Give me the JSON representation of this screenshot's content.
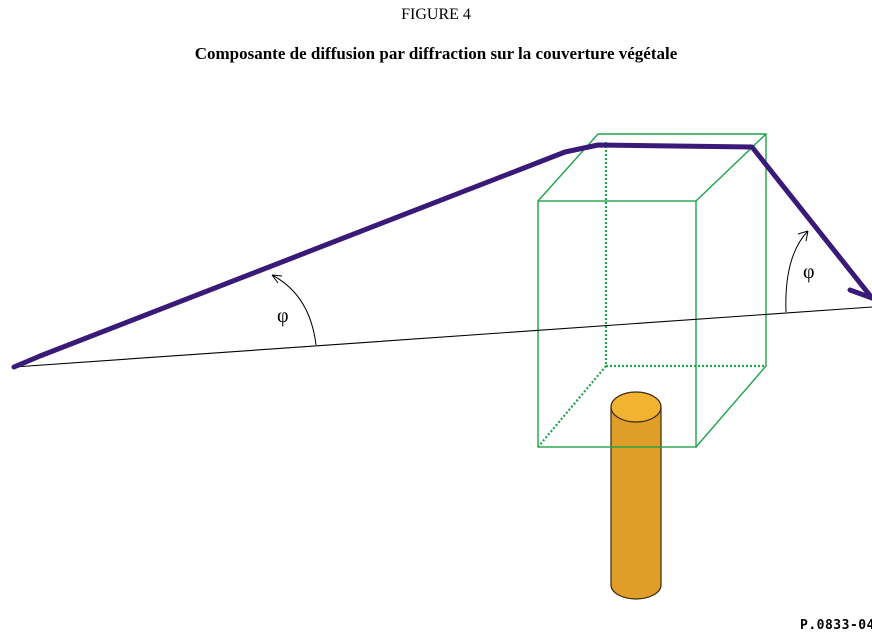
{
  "figure_label": "FIGURE 4",
  "figure_title": "Composante de diffusion par diffraction sur la couverture végétale",
  "angle_symbol": "φ",
  "reference_code": "P.0833-04",
  "colors": {
    "ray_path": "#3a1a78",
    "vegetation_box": "#1fa44a",
    "trunk_fill": "#e09e28",
    "trunk_top": "#f2b430",
    "trunk_stroke": "#3a2a10",
    "baseline": "#000000"
  },
  "elements": [
    "baseline",
    "diffracted-ray",
    "vegetation-box",
    "tree-trunk",
    "angle-arc-left",
    "angle-arc-right"
  ]
}
